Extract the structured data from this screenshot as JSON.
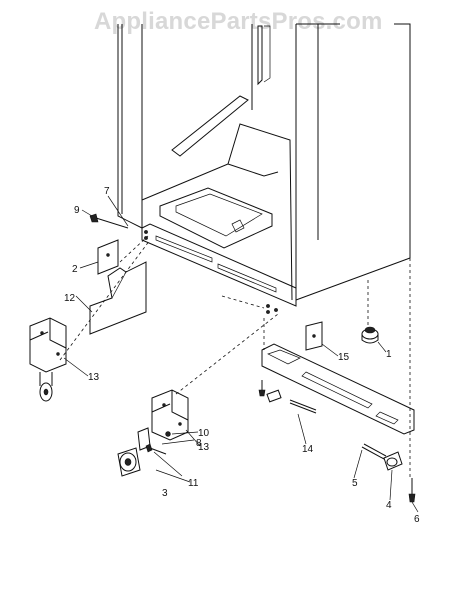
{
  "watermark": "AppliancePartsPros.com",
  "callouts": {
    "c1": "1",
    "c2": "2",
    "c3": "3",
    "c4": "4",
    "c5": "5",
    "c6": "6",
    "c7": "7",
    "c8": "8",
    "c9": "9",
    "c10": "10",
    "c11": "11",
    "c12": "12",
    "c13a": "13",
    "c13b": "13",
    "c14": "14",
    "c15": "15"
  }
}
